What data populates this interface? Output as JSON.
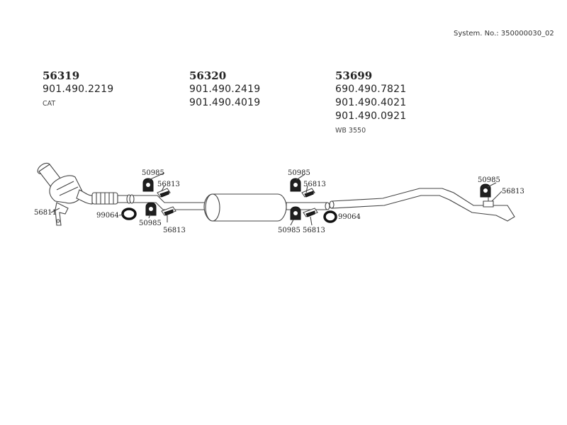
{
  "header": {
    "system_no": "System. No.: 350000030_02"
  },
  "groups": [
    {
      "head": "56319",
      "parts": [
        "901.490.2219"
      ],
      "note": "CAT"
    },
    {
      "head": "56320",
      "parts": [
        "901.490.2419",
        "901.490.4019"
      ],
      "note": ""
    },
    {
      "head": "53699",
      "parts": [
        "690.490.7821",
        "901.490.4021",
        "901.490.0921"
      ],
      "note": "WB 3550"
    }
  ],
  "callouts": [
    "56811",
    "50985",
    "56813",
    "99064",
    "50985",
    "56813",
    "50985",
    "56813",
    "99064",
    "50985",
    "56813",
    "50985",
    "56813"
  ]
}
